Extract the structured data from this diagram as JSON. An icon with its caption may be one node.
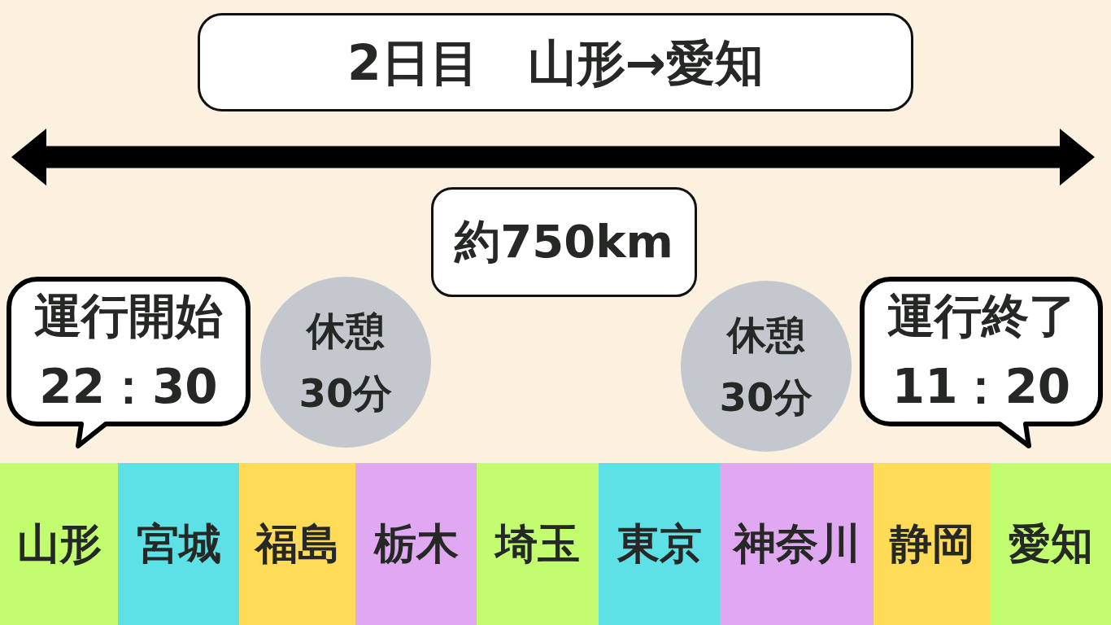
{
  "diagram": {
    "title": "2日目　山形→愛知",
    "nodes": [
      {
        "text": [],
        "shape": "arrow"
      },
      {
        "text": [
          "約750km"
        ]
      },
      {
        "text": [
          "運行開始",
          "22：30"
        ]
      },
      {
        "text": [
          "休憩",
          "30分"
        ]
      },
      {
        "text": [
          "休憩",
          "30分"
        ]
      },
      {
        "text": [
          "運行終了",
          "11：20"
        ]
      },
      {
        "text": [
          "山形"
        ]
      },
      {
        "text": [
          "宮城"
        ]
      },
      {
        "text": [
          "福島"
        ]
      },
      {
        "text": [
          "栃木"
        ]
      },
      {
        "text": [
          "埼玉"
        ]
      },
      {
        "text": [
          "東京"
        ]
      },
      {
        "text": [
          "神奈川"
        ]
      },
      {
        "text": [
          "静岡"
        ]
      },
      {
        "text": [
          "愛知"
        ]
      }
    ]
  }
}
